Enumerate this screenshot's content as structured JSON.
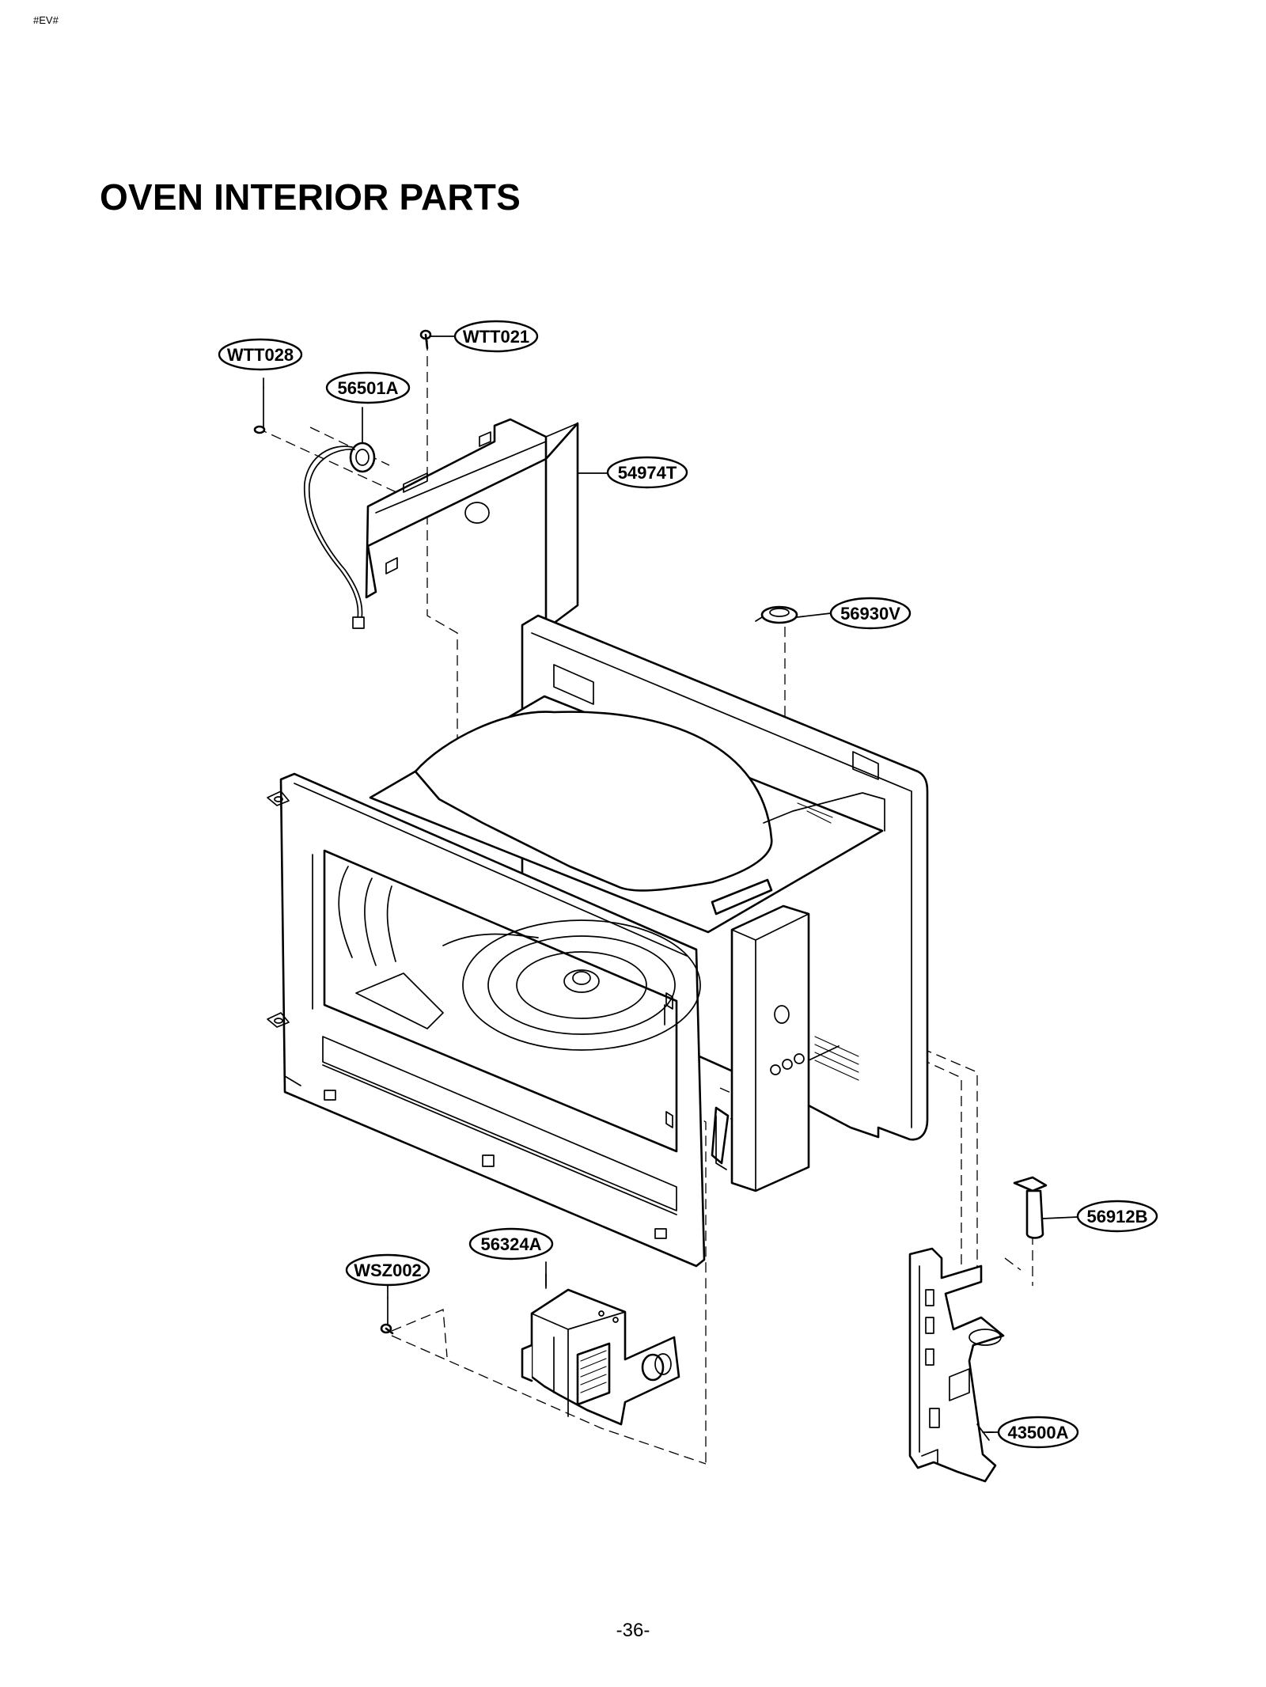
{
  "header": {
    "code": "#EV#"
  },
  "page_title": "OVEN INTERIOR PARTS",
  "callouts": {
    "wtt028": "WTT028",
    "wtt021": "WTT021",
    "p56501a": "56501A",
    "p54974t": "54974T",
    "p56930v": "56930V",
    "p56912b": "56912B",
    "p56324a": "56324A",
    "wsz002": "WSZ002",
    "p43500a": "43500A"
  },
  "footer": {
    "page_number": "-36-"
  }
}
